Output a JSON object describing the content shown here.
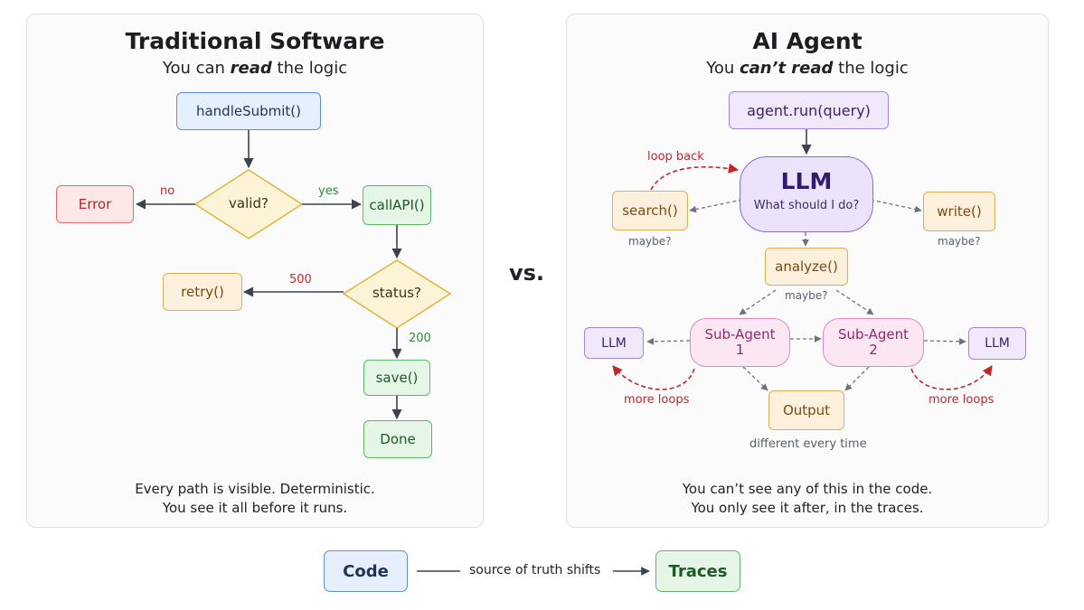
{
  "left": {
    "title": "Traditional Software",
    "subtitle_pre": "You can ",
    "subtitle_em": "read",
    "subtitle_post": " the logic",
    "nodes": {
      "handle_submit": "handleSubmit()",
      "valid": "valid?",
      "error": "Error",
      "call_api": "callAPI()",
      "status": "status?",
      "retry": "retry()",
      "save": "save()",
      "done": "Done"
    },
    "edges": {
      "no": "no",
      "yes": "yes",
      "code_500": "500",
      "code_200": "200"
    },
    "footer_line1": "Every path is visible. Deterministic.",
    "footer_line2": "You see it all before it runs."
  },
  "right": {
    "title": "AI Agent",
    "subtitle_pre": "You ",
    "subtitle_em": "can’t read",
    "subtitle_post": " the logic",
    "nodes": {
      "agent_run": "agent.run(query)",
      "llm_title": "LLM",
      "llm_sub": "What should I do?",
      "search": "search()",
      "write": "write()",
      "analyze": "analyze()",
      "llm_left": "LLM",
      "llm_right": "LLM",
      "sub_agent_1": "Sub-Agent",
      "sub_agent_1_num": "1",
      "sub_agent_2": "Sub-Agent",
      "sub_agent_2_num": "2",
      "output": "Output"
    },
    "labels": {
      "loop_back": "loop back",
      "maybe_search": "maybe?",
      "maybe_write": "maybe?",
      "maybe_analyze": "maybe?",
      "more_loops_left": "more loops",
      "more_loops_right": "more loops",
      "different_every_time": "different every time"
    },
    "footer_line1": "You can’t see any of this in the code.",
    "footer_line2": "You only see it after, in the traces."
  },
  "vs": "vs.",
  "bottom": {
    "code": "Code",
    "shift_label": "source of truth shifts",
    "traces": "Traces"
  }
}
